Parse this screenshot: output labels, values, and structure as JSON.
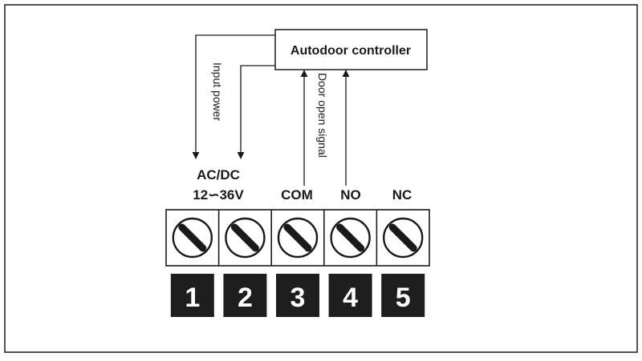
{
  "controller": {
    "label": "Autodoor controller"
  },
  "wire_labels": {
    "input_power": "Input power",
    "door_open_signal": "Door open signal"
  },
  "terminal_labels": {
    "power_line1": "AC/DC",
    "power_line2": "12∽36V",
    "com": "COM",
    "no": "NO",
    "nc": "NC"
  },
  "terminal_numbers": [
    "1",
    "2",
    "3",
    "4",
    "5"
  ],
  "colors": {
    "ink": "#1a1a1a",
    "number_bg": "#1e1e1e",
    "number_text": "#ffffff",
    "background": "#ffffff"
  }
}
